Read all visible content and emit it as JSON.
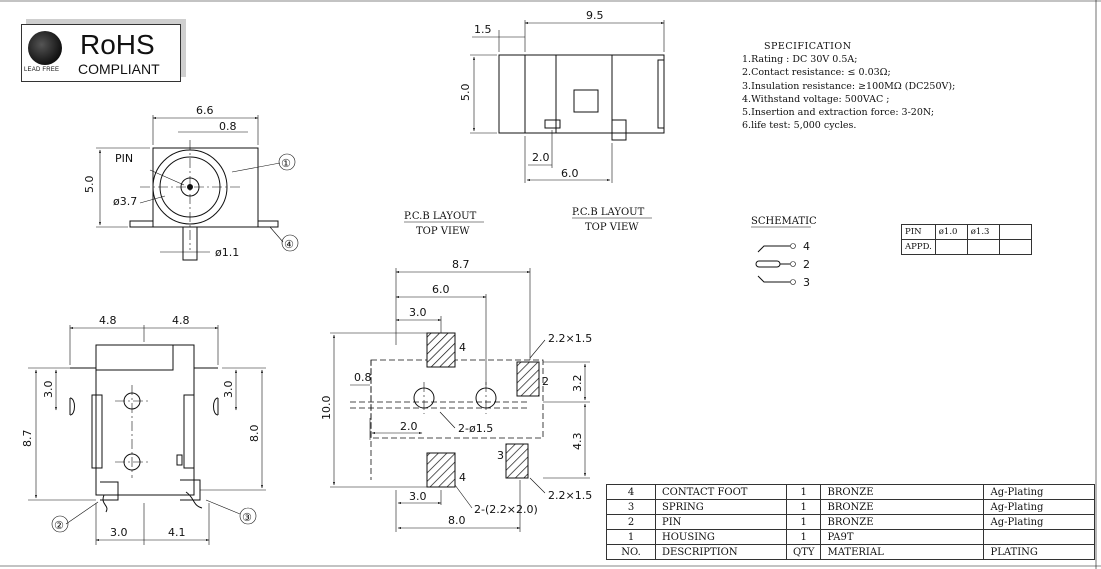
{
  "rohs_badge": {
    "title": "RoHS",
    "subtitle": "COMPLIANT",
    "lead_free": "LEAD FREE"
  },
  "front_view": {
    "dims": {
      "width": "6.6",
      "offset": "0.8",
      "height": "5.0",
      "hole": "ø3.7",
      "pin_dia": "ø1.1"
    },
    "labels": {
      "pin": "PIN",
      "callout1": "①",
      "callout4": "④"
    }
  },
  "side_view": {
    "dims": {
      "length": "9.5",
      "lead": "1.5",
      "height": "5.0",
      "pitch": "2.0",
      "base": "6.0"
    }
  },
  "bottom_view": {
    "dims": {
      "half_left": "4.8",
      "half_right": "4.8",
      "total_h": "8.7",
      "inner_h": "8.0",
      "left_3": "3.0",
      "right_3": "3.0",
      "bottom_left": "3.0",
      "bottom_right": "4.1"
    },
    "labels": {
      "callout2": "②",
      "callout3": "③"
    }
  },
  "pcb_layout": {
    "title1": "P.C.B LAYOUT",
    "subtitle1": "TOP VIEW",
    "title2": "P.C.B LAYOUT",
    "subtitle2": "TOP VIEW",
    "dims": {
      "w87": "8.7",
      "w60": "6.0",
      "w30": "3.0",
      "h100": "10.0",
      "d08": "0.8",
      "d20": "2.0",
      "holes": "2-ø1.5",
      "pad_top": "2.2×1.5",
      "pad_bot": "2.2×1.5",
      "h32": "3.2",
      "h43": "4.3",
      "b30": "3.0",
      "b80": "8.0",
      "pads": "2-(2.2×2.0)"
    },
    "pad_numbers": {
      "p4a": "4",
      "p2": "2",
      "p3": "3",
      "p4b": "4"
    }
  },
  "schematic": {
    "title": "SCHEMATIC",
    "pins": [
      "4",
      "2",
      "3"
    ]
  },
  "specification": {
    "title": "SPECIFICATION",
    "items": [
      "1.Rating : DC 30V 0.5A;",
      "2.Contact resistance: ≤ 0.03Ω;",
      "3.Insulation resistance: ≥100MΩ  (DC250V);",
      "4.Withstand voltage: 500VAC ;",
      "5.Insertion and extraction force: 3-20N;",
      "6.life test: 5,000 cycles."
    ]
  },
  "pin_table": {
    "row1": [
      "PIN",
      "ø1.0",
      "ø1.3",
      ""
    ],
    "row2": [
      "APPD.",
      "",
      "",
      ""
    ]
  },
  "bom": {
    "rows": [
      [
        "4",
        "CONTACT FOOT",
        "1",
        "BRONZE",
        "Ag-Plating"
      ],
      [
        "3",
        "SPRING",
        "1",
        "BRONZE",
        "Ag-Plating"
      ],
      [
        "2",
        "PIN",
        "1",
        "BRONZE",
        "Ag-Plating"
      ],
      [
        "1",
        "HOUSING",
        "1",
        "PA9T",
        ""
      ]
    ],
    "header": [
      "NO.",
      "DESCRIPTION",
      "QTY",
      "MATERIAL",
      "PLATING"
    ]
  }
}
